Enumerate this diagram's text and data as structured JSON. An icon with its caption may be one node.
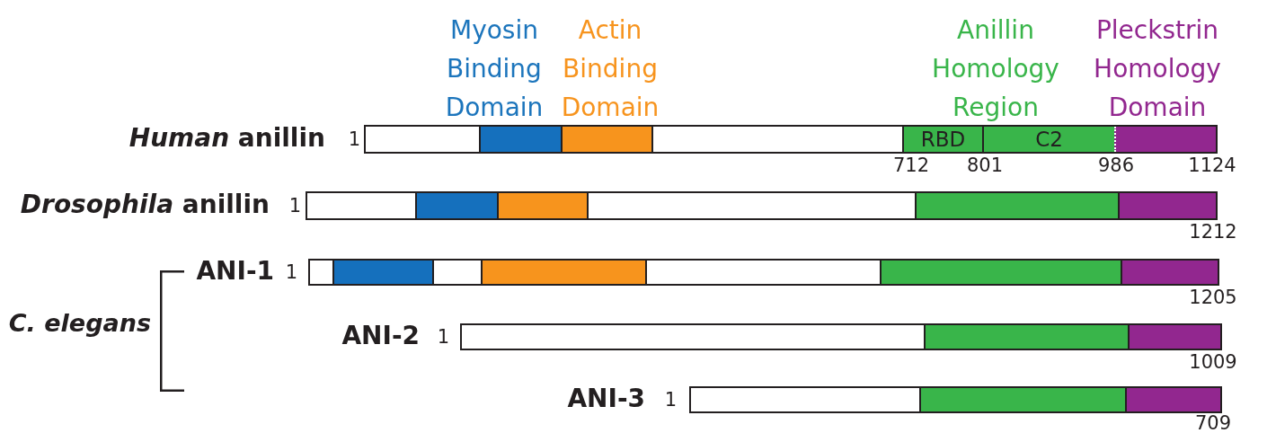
{
  "diagram": {
    "nodes": [
      {
        "text": [],
        "shape": "bar",
        "beside": [
          "*Human* anillin",
          "1",
          "712",
          "801",
          "986",
          "1124"
        ]
      },
      {
        "text": [],
        "shape": "box",
        "in": 0
      },
      {
        "text": [],
        "shape": "box",
        "in": 0
      },
      {
        "text": [
          "RBD"
        ],
        "in": 0
      },
      {
        "text": [
          "C2"
        ],
        "in": 0
      },
      {
        "text": [],
        "shape": "box",
        "in": 0
      },
      {
        "text": [],
        "shape": "bar",
        "beside": [
          "*Drosophila* anillin",
          "1",
          "1212"
        ]
      },
      {
        "text": [],
        "shape": "box",
        "in": 6
      },
      {
        "text": [],
        "shape": "box",
        "in": 6
      },
      {
        "text": [],
        "shape": "box",
        "in": 6
      },
      {
        "text": [],
        "shape": "box",
        "in": 6
      },
      {
        "text": [],
        "shape": "bar",
        "beside": [
          "ANI-1",
          "1",
          "1205"
        ]
      },
      {
        "text": [],
        "shape": "box",
        "in": 11
      },
      {
        "text": [],
        "shape": "box",
        "in": 11
      },
      {
        "text": [],
        "shape": "box",
        "in": 11
      },
      {
        "text": [],
        "shape": "box",
        "in": 11
      },
      {
        "text": [],
        "shape": "bar",
        "beside": [
          "ANI-2",
          "1",
          "1009"
        ]
      },
      {
        "text": [],
        "shape": "box",
        "in": 16
      },
      {
        "text": [],
        "shape": "box",
        "in": 16
      },
      {
        "text": [],
        "shape": "bar",
        "beside": [
          "ANI-3",
          "1",
          "709"
        ]
      },
      {
        "text": [],
        "shape": "box",
        "in": 19
      },
      {
        "text": [],
        "shape": "box",
        "in": 19
      }
    ],
    "labels": [
      "Myosin Binding Domain",
      "Actin Binding Domain",
      "Anillin Homology Region",
      "Pleckstrin Homology Domain",
      "C. elegans"
    ]
  }
}
